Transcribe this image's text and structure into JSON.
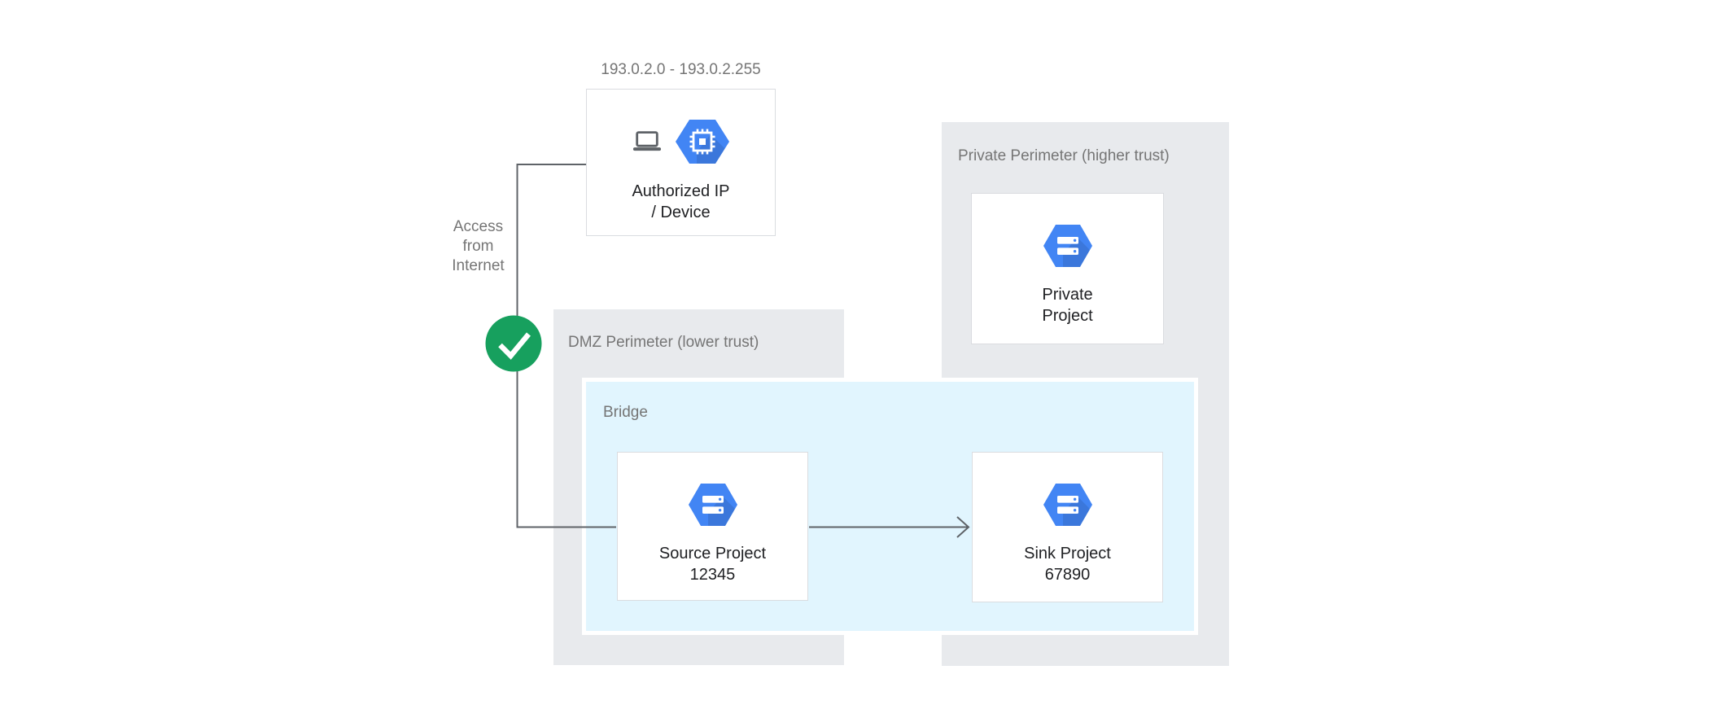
{
  "diagram": {
    "access_label": "Access\nfrom\nInternet",
    "authorized_device": {
      "ip_range": "193.0.2.0 - 193.0.2.255",
      "label": "Authorized IP\n/ Device",
      "icons": [
        "laptop-icon",
        "compute-engine-icon"
      ]
    },
    "zones": {
      "dmz": {
        "label": "DMZ Perimeter (lower trust)"
      },
      "private": {
        "label": "Private Perimeter (higher trust)"
      },
      "bridge": {
        "label": "Bridge"
      }
    },
    "nodes": {
      "source": {
        "label": "Source Project\n12345",
        "icon": "gcp-project-hexagon-icon"
      },
      "sink": {
        "label": "Sink Project\n67890",
        "icon": "gcp-project-hexagon-icon"
      },
      "private": {
        "label": "Private\nProject",
        "icon": "gcp-project-hexagon-icon"
      }
    },
    "connectors": {
      "access_check_icon": "check-icon",
      "source_to_sink": "arrow-right"
    },
    "colors": {
      "perimeter_bg": "#E8EAED",
      "bridge_bg": "#E1F5FE",
      "bridge_border": "#FFFFFF",
      "node_bg": "#FFFFFF",
      "node_border": "#DADCE0",
      "hexagon_blue": "#4285F4",
      "icon_gray": "#5F6368",
      "connector_gray": "#5F6368",
      "check_green": "#17A05E",
      "label_gray": "#757575",
      "text_dark": "#202124"
    }
  }
}
